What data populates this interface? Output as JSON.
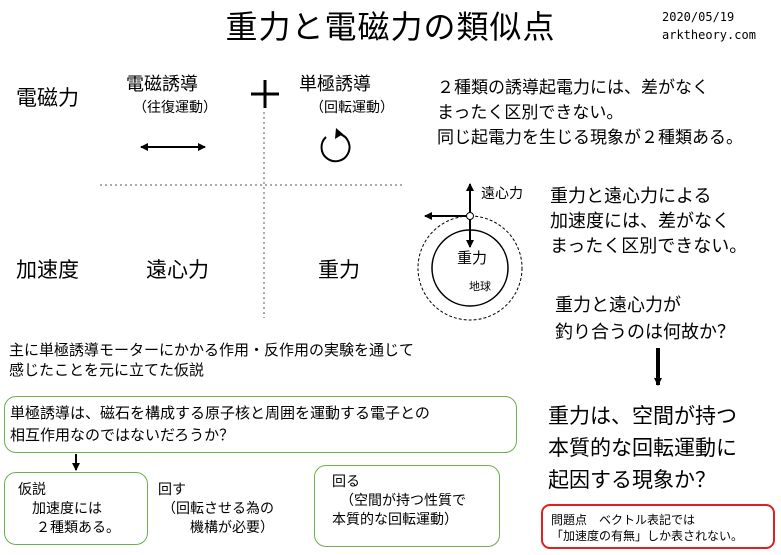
{
  "title": "重力と電磁力の類似点",
  "date": "2020/05/19",
  "site": "arktheory.com",
  "rows": {
    "em": "電磁力",
    "accel": "加速度"
  },
  "em": {
    "induction": "電磁誘導",
    "induction_sub": "（往復運動）",
    "plus": "＋",
    "unipolar": "単極誘導",
    "unipolar_sub": "（回転運動）",
    "note": [
      "２種類の誘導起電力には、差がなく",
      "まったく区別できない。",
      "同じ起電力を生じる現象が２種類ある。"
    ]
  },
  "accel": {
    "centrifugal": "遠心力",
    "gravity": "重力"
  },
  "earth": {
    "centrifugal_label": "遠心力",
    "gravity_label": "重力",
    "earth_label": "地球"
  },
  "right": {
    "note1": [
      "重力と遠心力による",
      "加速度には、差がなく",
      "まったく区別できない。"
    ],
    "note2": [
      "重力と遠心力が",
      "釣り合うのは何故か？"
    ],
    "conclusion": [
      "重力は、空間が持つ",
      "本質的な回転運動に",
      "起因する現象か？"
    ],
    "problem": [
      "問題点　ベクトル表記では",
      "「加速度の有無」しか表されない。"
    ]
  },
  "hypothesis_intro": [
    "主に単極誘導モーターにかかる作用・反作用の実験を通じて",
    "感じたことを元に立てた仮説"
  ],
  "hypothesis_box": [
    "単極誘導は、磁石を構成する原子核と周囲を運動する電子との",
    "相互作用なのではないだろうか？"
  ],
  "branches": {
    "kasetsu": [
      "仮説",
      "加速度には",
      "２種類ある。"
    ],
    "mawasu": [
      "回す",
      "（回転させる為の",
      "機構が必要）"
    ],
    "mawaru": [
      "回る",
      "（空間が持つ性質で",
      "本質的な回転運動）"
    ]
  },
  "colors": {
    "green_border": "#6ab04c",
    "red_border": "#e02020"
  }
}
